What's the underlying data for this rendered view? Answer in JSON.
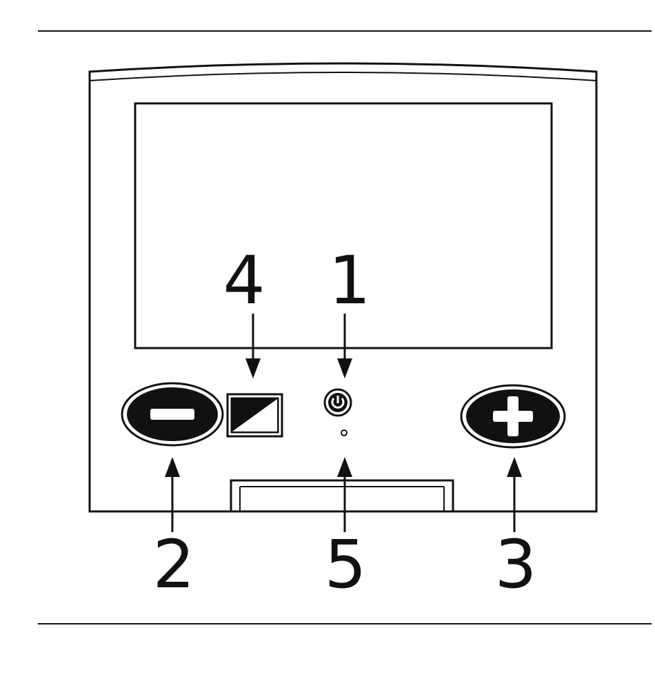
{
  "callouts": {
    "power": "1",
    "zoom_out": "2",
    "zoom_in": "3",
    "contrast": "4",
    "indicator": "5"
  },
  "icons": {
    "zoom_out": "minus-icon",
    "zoom_in": "plus-icon",
    "contrast": "contrast-icon",
    "power": "power-icon",
    "indicator": "indicator-light-icon"
  },
  "colors": {
    "line": "#111111",
    "background": "#ffffff"
  }
}
